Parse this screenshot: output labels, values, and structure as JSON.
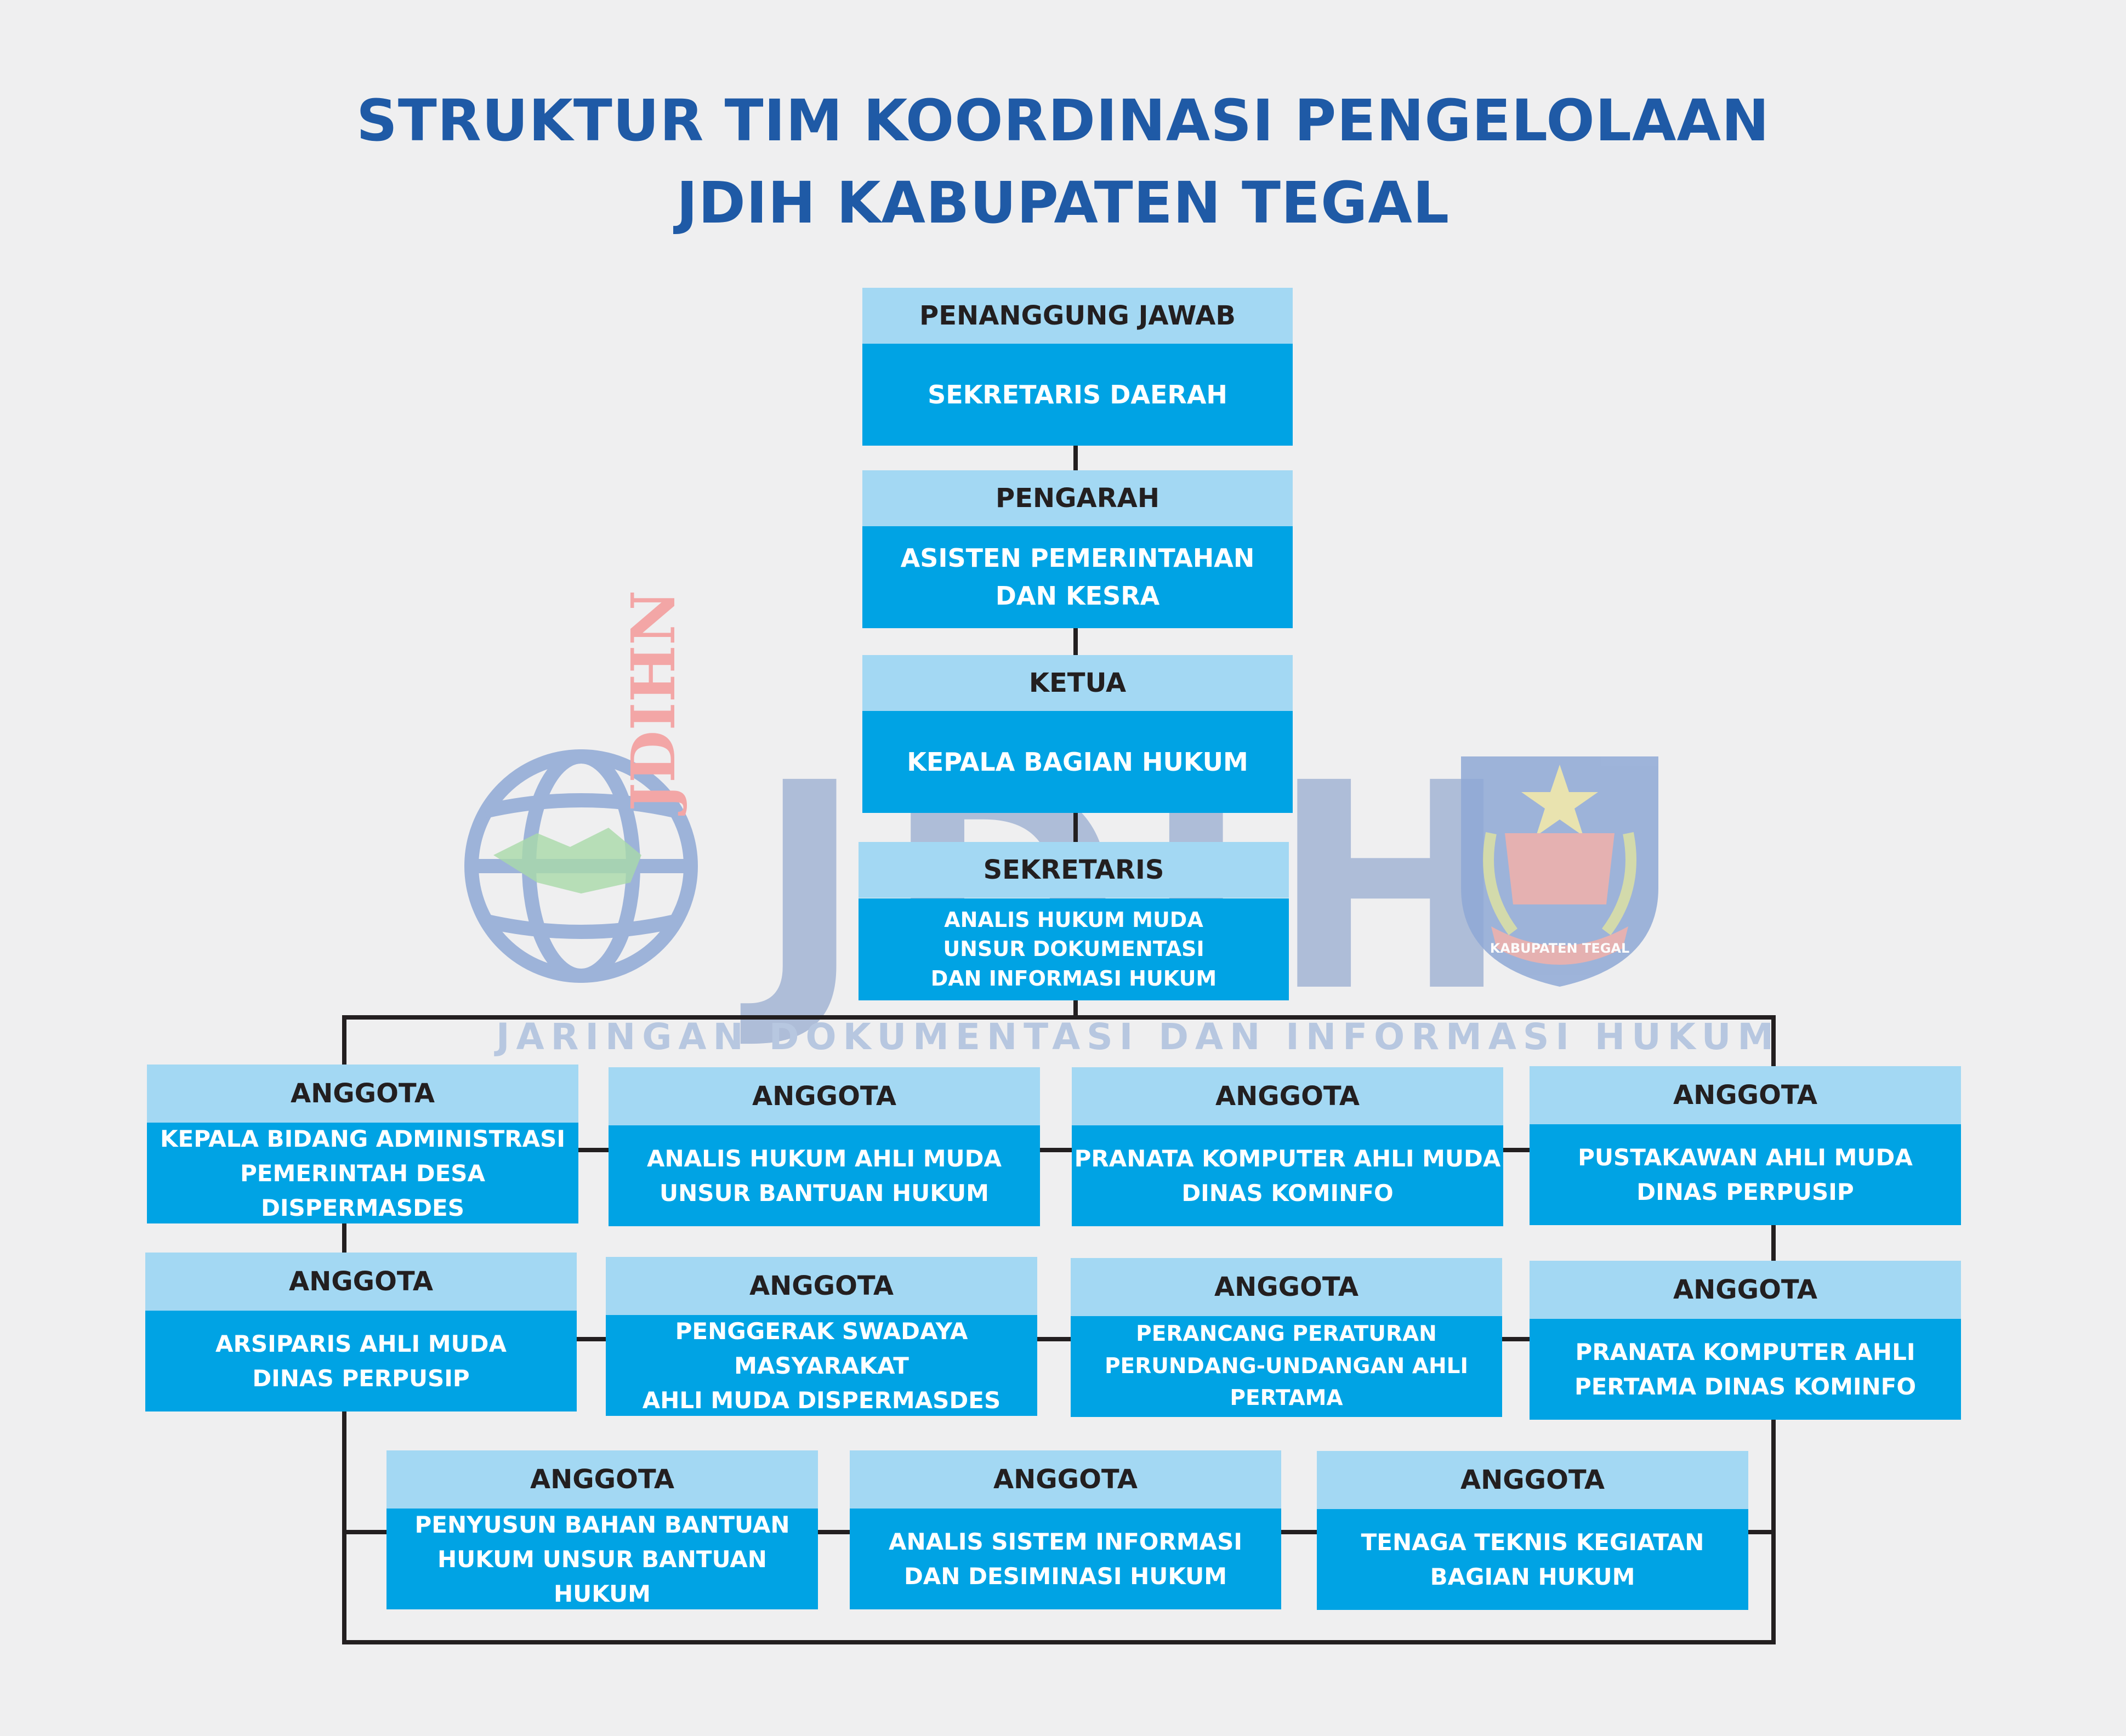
{
  "title": {
    "line1": "STRUKTUR TIM KOORDINASI PENGELOLAAN",
    "line2": "JDIH KABUPATEN TEGAL"
  },
  "watermark": {
    "logo_left_text": "JDIHN",
    "big_text": "JDIH",
    "caption": "JARINGAN DOKUMENTASI DAN INFORMASI HUKUM",
    "emblem_ribbon": "KABUPATEN TEGAL",
    "icons": [
      "globe-icon",
      "kabupaten-tegal-emblem-icon"
    ],
    "color": "#b7c7e0"
  },
  "colors": {
    "title": "#1f5aa6",
    "header_bg": "#a3d8f3",
    "body_bg": "#00a3e4",
    "line": "#231f20",
    "background": "#efeff0"
  },
  "hierarchy": [
    {
      "role": "PENANGGUNG JAWAB",
      "holder": "SEKRETARIS DAERAH"
    },
    {
      "role": "PENGARAH",
      "holder": "ASISTEN PEMERINTAHAN\nDAN KESRA"
    },
    {
      "role": "KETUA",
      "holder": "KEPALA BAGIAN HUKUM"
    },
    {
      "role": "SEKRETARIS",
      "holder": "ANALIS HUKUM MUDA\nUNSUR DOKUMENTASI\nDAN INFORMASI HUKUM"
    }
  ],
  "members": [
    {
      "role": "ANGGOTA",
      "holder": "KEPALA BIDANG ADMINISTRASI\nPEMERINTAH DESA DISPERMASDES"
    },
    {
      "role": "ANGGOTA",
      "holder": "ANALIS HUKUM AHLI MUDA\nUNSUR BANTUAN HUKUM"
    },
    {
      "role": "ANGGOTA",
      "holder": "PRANATA KOMPUTER AHLI MUDA\nDINAS KOMINFO"
    },
    {
      "role": "ANGGOTA",
      "holder": "PUSTAKAWAN AHLI MUDA\nDINAS PERPUSIP"
    },
    {
      "role": "ANGGOTA",
      "holder": "ARSIPARIS AHLI MUDA\nDINAS PERPUSIP"
    },
    {
      "role": "ANGGOTA",
      "holder": "PENGGERAK SWADAYA MASYARAKAT\nAHLI MUDA DISPERMASDES"
    },
    {
      "role": "ANGGOTA",
      "holder": "PERANCANG PERATURAN\nPERUNDANG-UNDANGAN AHLI PERTAMA"
    },
    {
      "role": "ANGGOTA",
      "holder": "PRANATA KOMPUTER AHLI\nPERTAMA DINAS KOMINFO"
    },
    {
      "role": "ANGGOTA",
      "holder": "PENYUSUN BAHAN BANTUAN\nHUKUM UNSUR BANTUAN HUKUM"
    },
    {
      "role": "ANGGOTA",
      "holder": "ANALIS SISTEM INFORMASI\nDAN DESIMINASI HUKUM"
    },
    {
      "role": "ANGGOTA",
      "holder": "TENAGA TEKNIS KEGIATAN\nBAGIAN HUKUM"
    }
  ]
}
